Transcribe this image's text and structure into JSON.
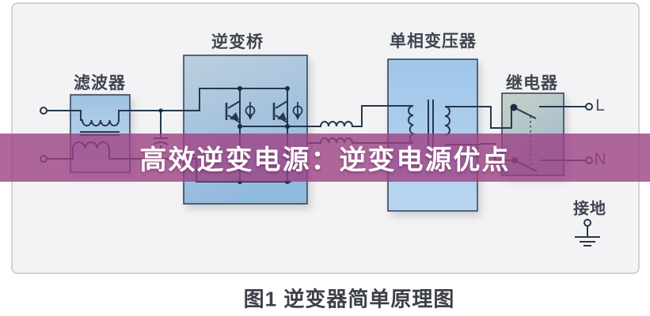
{
  "banner": {
    "title": "高效逆变电源：逆变电源优点",
    "overlay_color": "#9c4183",
    "text_color": "#ffffff"
  },
  "caption": {
    "text": "图1 逆变器简单原理图"
  },
  "schematic": {
    "labels": {
      "filter": "滤波器",
      "inverter_bridge": "逆变桥",
      "transformer": "单相变压器",
      "relay": "继电器",
      "ground": "接地",
      "terminal_live": "L",
      "terminal_neutral": "N"
    },
    "colors": {
      "wire": "#26374d",
      "component_box_blue": "#a0c6ea",
      "relay_box_green": "#c7d2c6",
      "panel_background": "#f3f3f5",
      "caption_text": "#3d4049"
    }
  }
}
